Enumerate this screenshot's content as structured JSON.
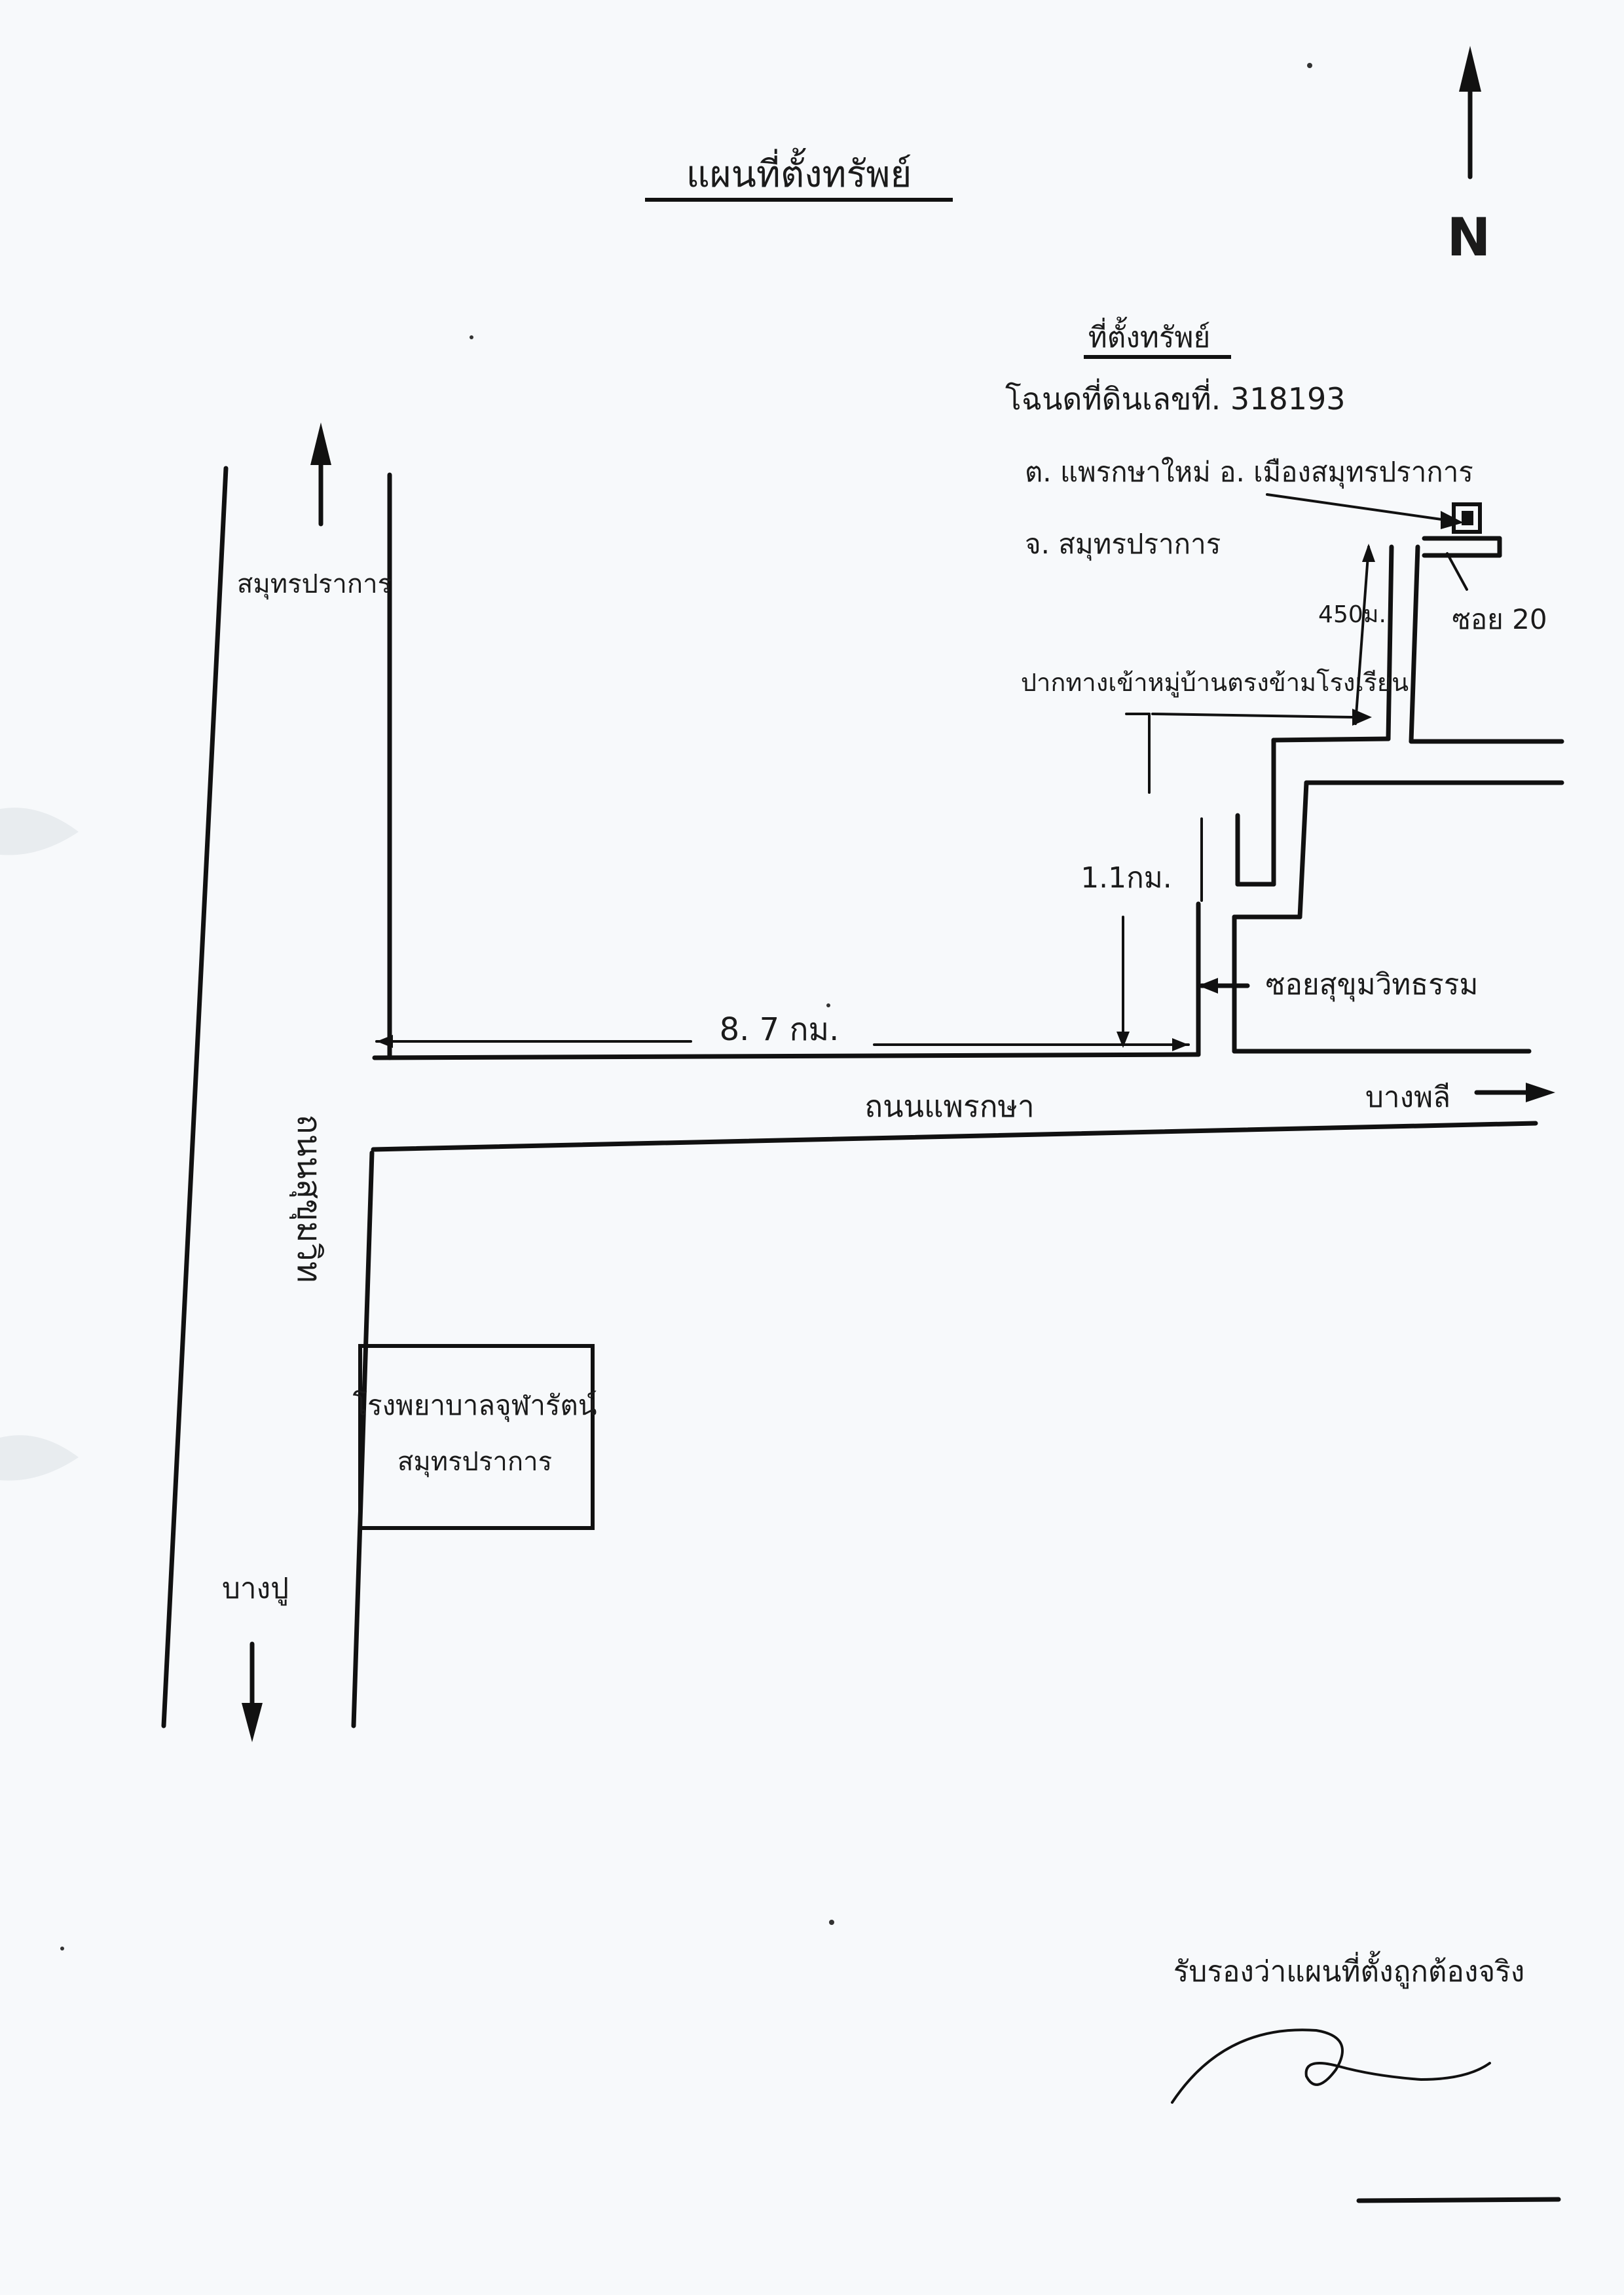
{
  "title": "แผนที่ตั้งทรัพย์",
  "compass": {
    "label": "N",
    "icon": "north-arrow-icon"
  },
  "property_block": {
    "heading": "ที่ตั้งทรัพย์",
    "deed_line": "โฉนดที่ดินเลขที่. 318193",
    "district_line": "ต. แพรกษาใหม่ อ. เมืองสมุทรปราการ",
    "province_line": "จ. สมุทรปราการ"
  },
  "roads": {
    "main_vertical": "ถนนสุขุมวิท",
    "main_horizontal": "ถนนแพรกษา",
    "soi_entrance": "ซอยสุขุมวิทธรรม",
    "soi_end": "ซอย 20"
  },
  "directions": {
    "north_of_left_road": "สมุทรปราการ",
    "east_of_horizontal_road": "บางพลี",
    "south_of_left_road": "บางปู"
  },
  "distances": {
    "along_main_road": "8. 7 กม.",
    "into_soi": "1.1กม.",
    "to_property": "450ม."
  },
  "landmarks": {
    "junction_note": "ปากทางเข้าหมู่บ้านตรงข้ามโรงเรียน",
    "hospital_name": "โรงพยาบาลจุฬารัตน์",
    "hospital_sub": "สมุทรปราการ"
  },
  "signature": {
    "caption": "รับรองว่าแผนที่ตั้งถูกต้องจริง"
  }
}
